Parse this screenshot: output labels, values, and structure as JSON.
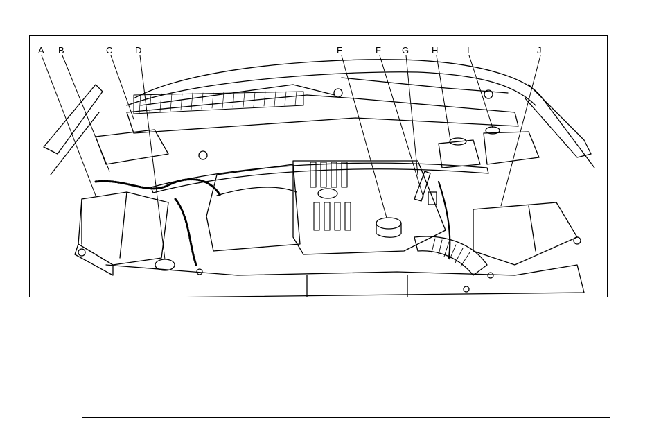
{
  "diagram": {
    "callouts": [
      {
        "id": "A",
        "label": "A"
      },
      {
        "id": "B",
        "label": "B"
      },
      {
        "id": "C",
        "label": "C"
      },
      {
        "id": "D",
        "label": "D"
      },
      {
        "id": "E",
        "label": "E"
      },
      {
        "id": "F",
        "label": "F"
      },
      {
        "id": "G",
        "label": "G"
      },
      {
        "id": "H",
        "label": "H"
      },
      {
        "id": "I",
        "label": "I"
      },
      {
        "id": "J",
        "label": "J"
      }
    ]
  }
}
